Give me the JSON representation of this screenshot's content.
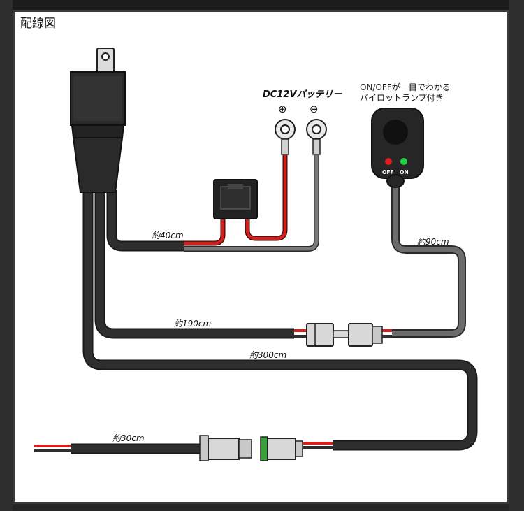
{
  "title": "配線図",
  "battery": {
    "label": "DC12Vバッテリー",
    "plus_symbol": "⊕",
    "minus_symbol": "⊖"
  },
  "switch": {
    "note_line1": "ON/OFFが一目でわかる",
    "note_line2": "パイロットランプ付き",
    "off_label": "OFF",
    "on_label": "ON"
  },
  "lengths": {
    "battery_cable": "約40cm",
    "switch_cable": "約90cm",
    "switch_extension": "約190cm",
    "main_cable": "約300cm",
    "light_lead": "約30cm"
  },
  "colors": {
    "cable_black": "#2a2a2a",
    "cable_gray": "#6c6c6c",
    "wire_red": "#d4201c",
    "led_red": "#e02020",
    "led_green": "#20d040",
    "connector_gray": "#c8c8c8",
    "seal_green": "#3aa03a"
  }
}
